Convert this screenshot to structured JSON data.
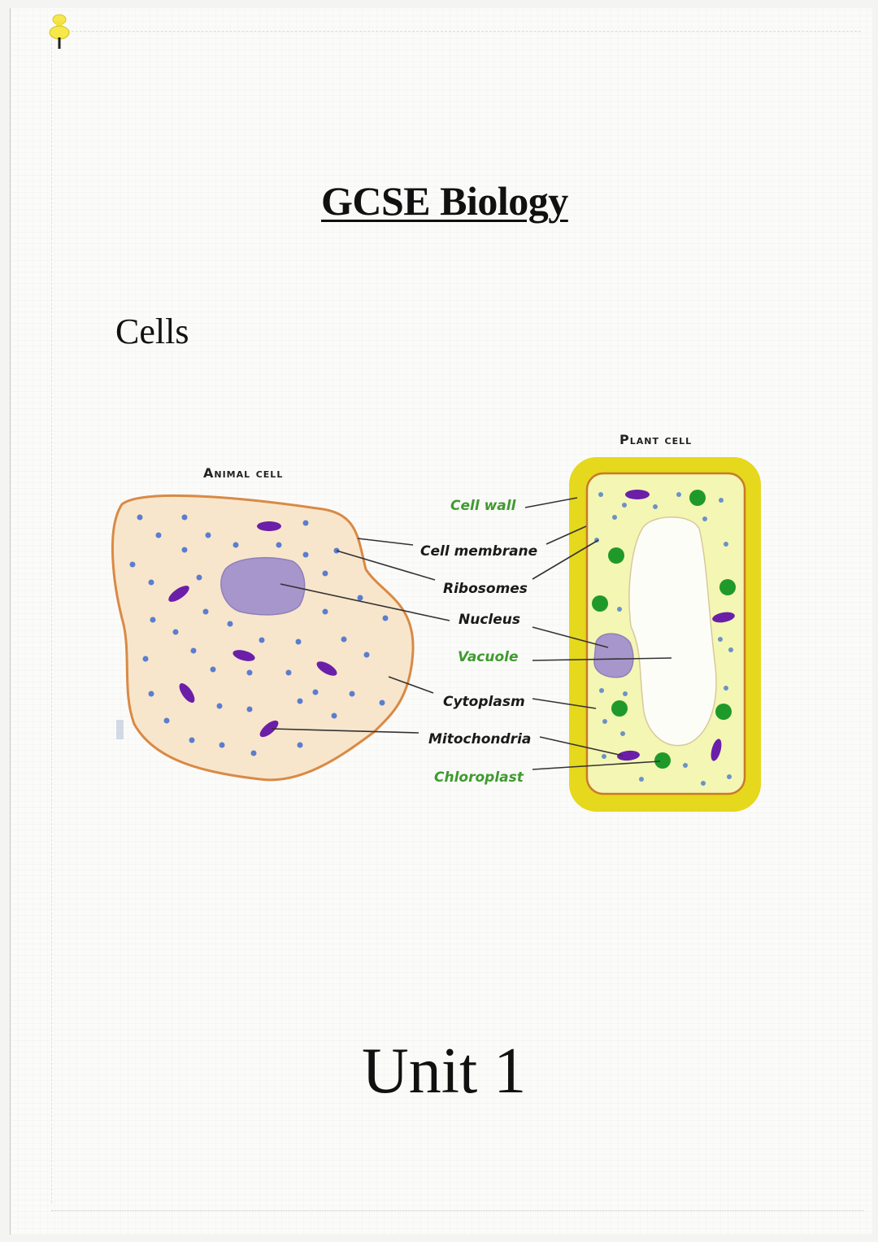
{
  "document": {
    "title": "GCSE Biology",
    "subtitle": "Cells",
    "footer_heading": "Unit 1",
    "pin_icon": "pushpin-icon",
    "colors": {
      "animal_cytoplasm": "#f8e6cc",
      "animal_membrane": "#d98a45",
      "plant_wall": "#e6d81c",
      "plant_cytoplasm": "#f4f6b4",
      "nucleus": "#a796cc",
      "mitochondria": "#6b1fa8",
      "ribosome": "#5a7dd0",
      "chloroplast": "#1f9a2a",
      "label_green": "#3f9b2e"
    }
  },
  "diagram": {
    "animal_cell_caption": "Animal cell",
    "plant_cell_caption": "Plant cell",
    "labels": [
      {
        "text": "Cell wall",
        "color": "green"
      },
      {
        "text": "Cell membrane",
        "color": "black"
      },
      {
        "text": "Ribosomes",
        "color": "black"
      },
      {
        "text": "Nucleus",
        "color": "black"
      },
      {
        "text": "Vacuole",
        "color": "green"
      },
      {
        "text": "Cytoplasm",
        "color": "black"
      },
      {
        "text": "Mitochondria",
        "color": "black"
      },
      {
        "text": "Chloroplast",
        "color": "green"
      }
    ]
  }
}
